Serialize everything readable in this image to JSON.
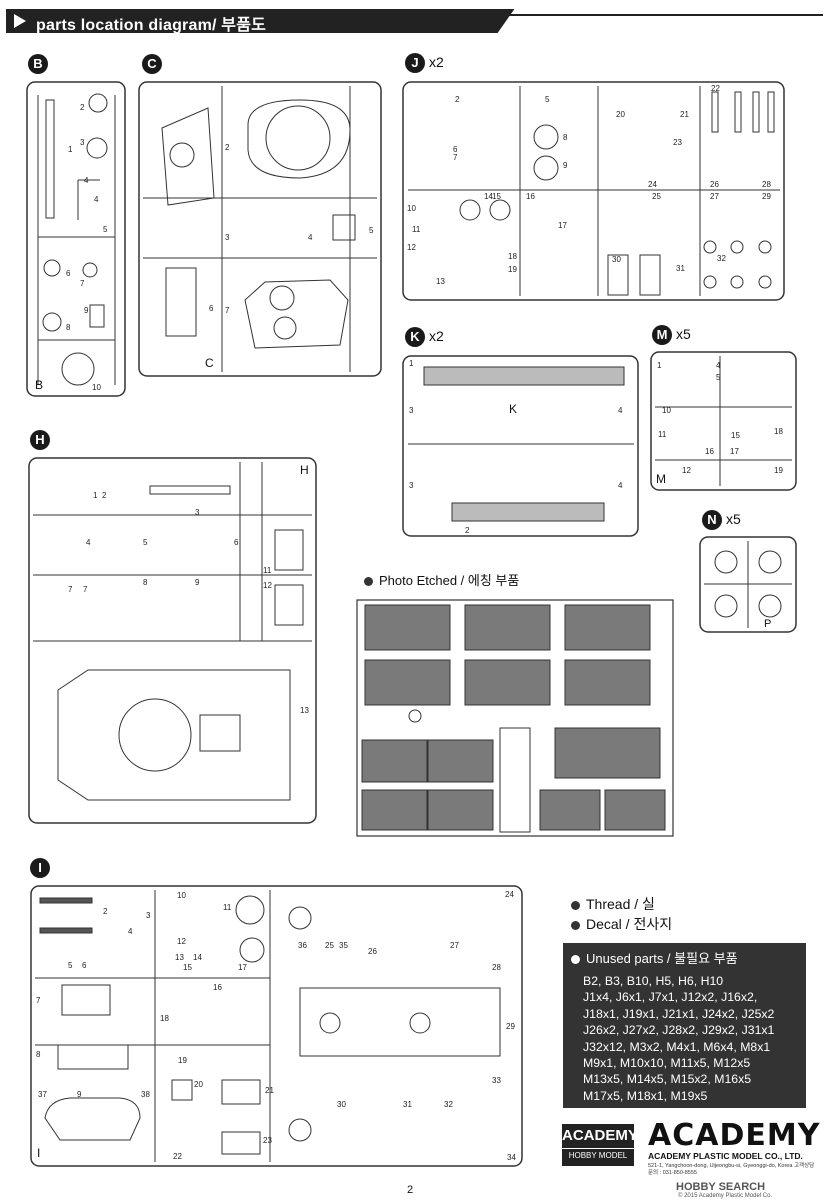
{
  "header": {
    "title": "parts location diagram/ 부품도"
  },
  "sprues": {
    "B": {
      "letter": "B",
      "multiplier": "",
      "corner": "B"
    },
    "C": {
      "letter": "C",
      "multiplier": "",
      "corner": "C"
    },
    "J": {
      "letter": "J",
      "multiplier": "x2"
    },
    "K": {
      "letter": "K",
      "multiplier": "x2",
      "inner": "K"
    },
    "M": {
      "letter": "M",
      "multiplier": "x5",
      "corner": "M"
    },
    "N": {
      "letter": "N",
      "multiplier": "x5",
      "corner": "P"
    },
    "H": {
      "letter": "H",
      "multiplier": "",
      "corner": "H"
    },
    "I": {
      "letter": "I",
      "multiplier": "",
      "corner": "I"
    }
  },
  "photo_etched": {
    "label": "Photo Etched / 에칭 부품"
  },
  "legend": {
    "thread": "Thread / 실",
    "decal": "Decal / 전사지"
  },
  "unused": {
    "title": "Unused parts / 불필요 부품",
    "lines": [
      "B2, B3, B10, H5, H6, H10",
      "J1x4, J6x1, J7x1, J12x2, J16x2,",
      "J18x1, J19x1, J21x1, J24x2, J25x2",
      "J26x2, J27x2, J28x2, J29x2, J31x1",
      "J32x12, M3x2, M4x1, M6x4, M8x1",
      "M9x1, M10x10, M11x5, M12x5",
      "M13x5, M14x5, M15x2, M16x5",
      "M17x5, M18x1, M19x5"
    ]
  },
  "footer": {
    "logo_top": "ACADEMY",
    "logo_bottom": "HOBBY MODEL KITS",
    "brand": "ACADEMY",
    "brand_sub": "ACADEMY PLASTIC MODEL CO., LTD.",
    "address": "521-1, Yangchoon-dong, Uijeongbu-si, Gyeonggi-do, Korea 고객상담문의 : 031-850-8555",
    "page": "2",
    "watermark": "HOBBY SEARCH",
    "watermark_copy": "© 2015 Academy Plastic Model Co."
  }
}
